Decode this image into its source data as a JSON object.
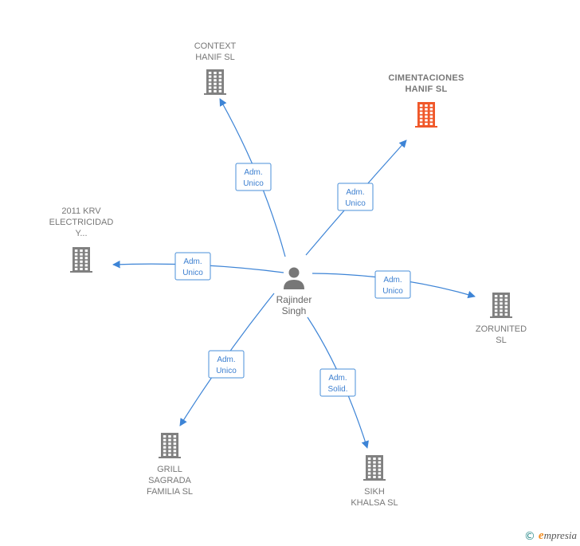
{
  "colors": {
    "edge": "#3d84d6",
    "building": "#808080",
    "building_highlight": "#f0582a",
    "person": "#777777"
  },
  "center": {
    "name_lines": [
      "Rajinder",
      "Singh"
    ],
    "icon": "person-icon"
  },
  "nodes": [
    {
      "id": "context-hanif",
      "lines": [
        "CONTEXT",
        "HANIF SL"
      ],
      "highlight": false,
      "icon": "building-icon"
    },
    {
      "id": "cimentaciones-hanif",
      "lines": [
        "CIMENTACIONES",
        "HANIF  SL"
      ],
      "highlight": true,
      "icon": "building-icon"
    },
    {
      "id": "2011-krv",
      "lines": [
        "2011 KRV",
        "ELECTRICIDAD",
        "Y..."
      ],
      "highlight": false,
      "icon": "building-icon"
    },
    {
      "id": "zorunited",
      "lines": [
        "ZORUNITED",
        "SL"
      ],
      "highlight": false,
      "icon": "building-icon"
    },
    {
      "id": "grill-sagrada",
      "lines": [
        "GRILL",
        "SAGRADA",
        "FAMILIA  SL"
      ],
      "highlight": false,
      "icon": "building-icon"
    },
    {
      "id": "sikh-khalsa",
      "lines": [
        "SIKH",
        "KHALSA  SL"
      ],
      "highlight": false,
      "icon": "building-icon"
    }
  ],
  "edges": [
    {
      "to": "context-hanif",
      "label_lines": [
        "Adm.",
        "Unico"
      ]
    },
    {
      "to": "cimentaciones-hanif",
      "label_lines": [
        "Adm.",
        "Unico"
      ]
    },
    {
      "to": "2011-krv",
      "label_lines": [
        "Adm.",
        "Unico"
      ]
    },
    {
      "to": "zorunited",
      "label_lines": [
        "Adm.",
        "Unico"
      ]
    },
    {
      "to": "grill-sagrada",
      "label_lines": [
        "Adm.",
        "Unico"
      ]
    },
    {
      "to": "sikh-khalsa",
      "label_lines": [
        "Adm.",
        "Solid."
      ]
    }
  ],
  "footer": {
    "copyright": "©",
    "brand_initial": "e",
    "brand_rest": "mpresia"
  }
}
